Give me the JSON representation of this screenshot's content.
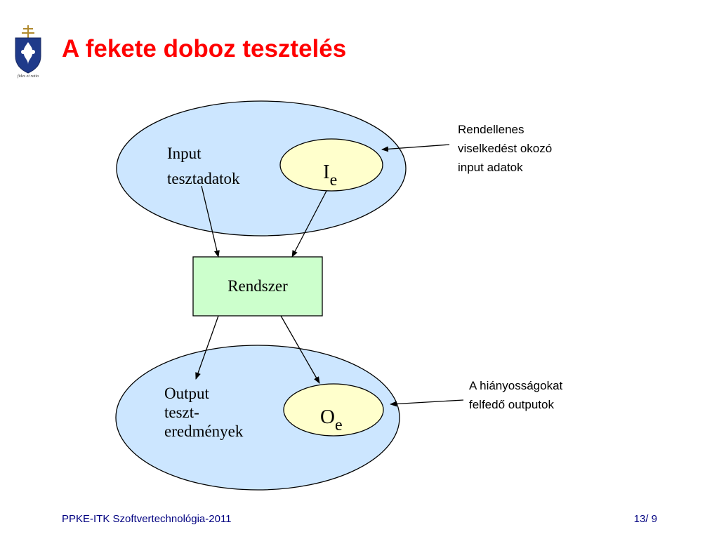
{
  "slide": {
    "title": "A fekete doboz tesztelés"
  },
  "logo": {
    "motto": "fides et ratio"
  },
  "diagram": {
    "input_label_line1": "Input",
    "input_label_line2": "tesztadatok",
    "input_subset_main": "I",
    "input_subset_sub": "e",
    "system_label": "Rendszer",
    "output_label_line1": "Output",
    "output_label_line2": "teszt-",
    "output_label_line3": "eredmények",
    "output_subset_main": "O",
    "output_subset_sub": "e",
    "callout_top": [
      "Rendellenes",
      "viselkedést okozó",
      "input adatok"
    ],
    "callout_bottom": [
      "A hiányosságokat",
      "felfedő outputok"
    ]
  },
  "footer": {
    "left": "PPKE-ITK Szoftvertechnológia-2011",
    "right": "13/ 9"
  },
  "colors": {
    "title": "#ff0000",
    "large_ellipse_fill": "#cce6ff",
    "small_ellipse_fill": "#ffffcc",
    "system_box_fill": "#ccffcc",
    "footer_text": "#000080"
  }
}
